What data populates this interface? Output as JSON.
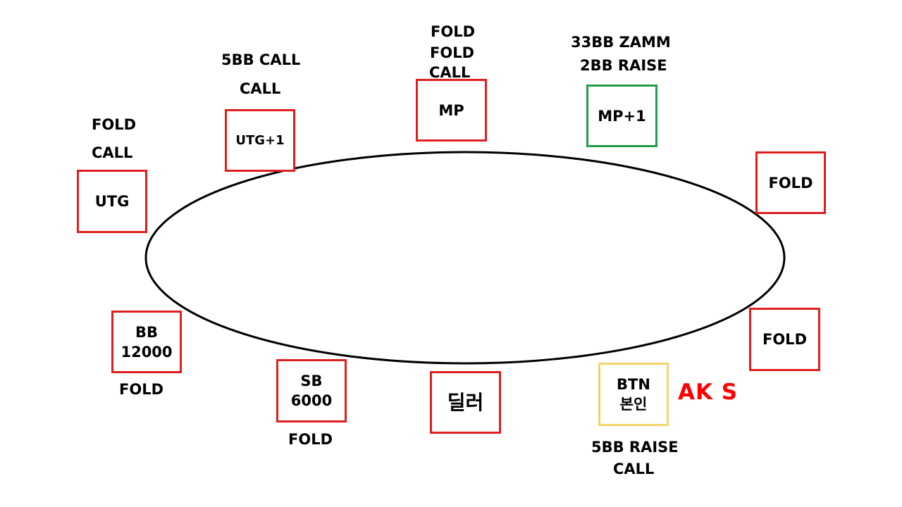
{
  "seats": {
    "utg": {
      "label": "UTG",
      "border": "#e01e1e"
    },
    "utg1": {
      "label": "UTG+1",
      "border": "#e01e1e"
    },
    "mp": {
      "label": "MP",
      "border": "#e01e1e"
    },
    "mp1": {
      "label": "MP+1",
      "border": "#1f9e4a"
    },
    "right_upper": {
      "label": "FOLD",
      "border": "#e01e1e"
    },
    "right_lower": {
      "label": "FOLD",
      "border": "#e01e1e"
    },
    "btn": {
      "line1": "BTN",
      "line2": "본인",
      "border": "#f3d36b"
    },
    "dealer": {
      "label": "딜러",
      "border": "#e01e1e"
    },
    "sb": {
      "line1": "SB",
      "line2": "6000",
      "border": "#e01e1e"
    },
    "bb": {
      "line1": "BB",
      "line2": "12000",
      "border": "#e01e1e"
    }
  },
  "actions": {
    "utg": [
      "FOLD",
      "CALL"
    ],
    "utg1": [
      "5BB CALL",
      "CALL"
    ],
    "mp": [
      "FOLD",
      "FOLD",
      "CALL"
    ],
    "mp1": [
      "33BB ZAMM",
      "2BB RAISE"
    ],
    "btn": [
      "5BB RAISE",
      "CALL"
    ],
    "sb": "FOLD",
    "bb": "FOLD"
  },
  "hero_hand": "AK S",
  "colors": {
    "hand_text": "#ff0000",
    "table_outline": "#000000"
  }
}
